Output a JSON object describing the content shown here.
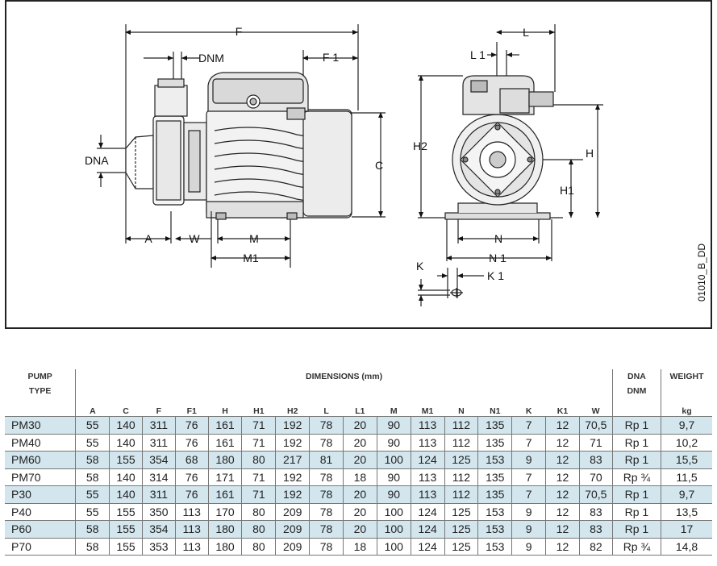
{
  "drawing": {
    "labels": {
      "F": "F",
      "F1": "F 1",
      "DNM": "DNM",
      "DNA": "DNA",
      "C": "C",
      "A": "A",
      "W": "W",
      "M": "M",
      "M1": "M1",
      "L": "L",
      "L1": "L 1",
      "H2": "H2",
      "H": "H",
      "H1": "H1",
      "N": "N",
      "N1": "N 1",
      "K": "K",
      "K1": "K 1"
    },
    "ref_code": "01010_B_DD"
  },
  "table": {
    "pump_header": [
      "PUMP",
      "TYPE"
    ],
    "dimensions_header": "DIMENSIONS (mm)",
    "dna_header": [
      "DNA",
      "DNM"
    ],
    "weight_header": "WEIGHT",
    "weight_unit": "kg",
    "columns": [
      "A",
      "C",
      "F",
      "F1",
      "H",
      "H1",
      "H2",
      "L",
      "L1",
      "M",
      "M1",
      "N",
      "N1",
      "K",
      "K1",
      "W"
    ],
    "rows": [
      {
        "type": "PM30",
        "vals": [
          "55",
          "140",
          "311",
          "76",
          "161",
          "71",
          "192",
          "78",
          "20",
          "90",
          "113",
          "112",
          "135",
          "7",
          "12",
          "70,5"
        ],
        "dna": "Rp 1",
        "weight": "9,7",
        "highlight": true
      },
      {
        "type": "PM40",
        "vals": [
          "55",
          "140",
          "311",
          "76",
          "161",
          "71",
          "192",
          "78",
          "20",
          "90",
          "113",
          "112",
          "135",
          "7",
          "12",
          "71"
        ],
        "dna": "Rp 1",
        "weight": "10,2",
        "highlight": false
      },
      {
        "type": "PM60",
        "vals": [
          "58",
          "155",
          "354",
          "68",
          "180",
          "80",
          "217",
          "81",
          "20",
          "100",
          "124",
          "125",
          "153",
          "9",
          "12",
          "83"
        ],
        "dna": "Rp 1",
        "weight": "15,5",
        "highlight": true
      },
      {
        "type": "PM70",
        "vals": [
          "58",
          "140",
          "314",
          "76",
          "171",
          "71",
          "192",
          "78",
          "18",
          "90",
          "113",
          "112",
          "135",
          "7",
          "12",
          "70"
        ],
        "dna": "Rp ¾",
        "weight": "11,5",
        "highlight": false
      },
      {
        "type": "P30",
        "vals": [
          "55",
          "140",
          "311",
          "76",
          "161",
          "71",
          "192",
          "78",
          "20",
          "90",
          "113",
          "112",
          "135",
          "7",
          "12",
          "70,5"
        ],
        "dna": "Rp 1",
        "weight": "9,7",
        "highlight": true
      },
      {
        "type": "P40",
        "vals": [
          "55",
          "155",
          "350",
          "113",
          "170",
          "80",
          "209",
          "78",
          "20",
          "100",
          "124",
          "125",
          "153",
          "9",
          "12",
          "83"
        ],
        "dna": "Rp 1",
        "weight": "13,5",
        "highlight": false
      },
      {
        "type": "P60",
        "vals": [
          "58",
          "155",
          "354",
          "113",
          "180",
          "80",
          "209",
          "78",
          "20",
          "100",
          "124",
          "125",
          "153",
          "9",
          "12",
          "83"
        ],
        "dna": "Rp 1",
        "weight": "17",
        "highlight": true
      },
      {
        "type": "P70",
        "vals": [
          "58",
          "155",
          "353",
          "113",
          "180",
          "80",
          "209",
          "78",
          "18",
          "100",
          "124",
          "125",
          "153",
          "9",
          "12",
          "82"
        ],
        "dna": "Rp ¾",
        "weight": "14,8",
        "highlight": false
      }
    ]
  }
}
